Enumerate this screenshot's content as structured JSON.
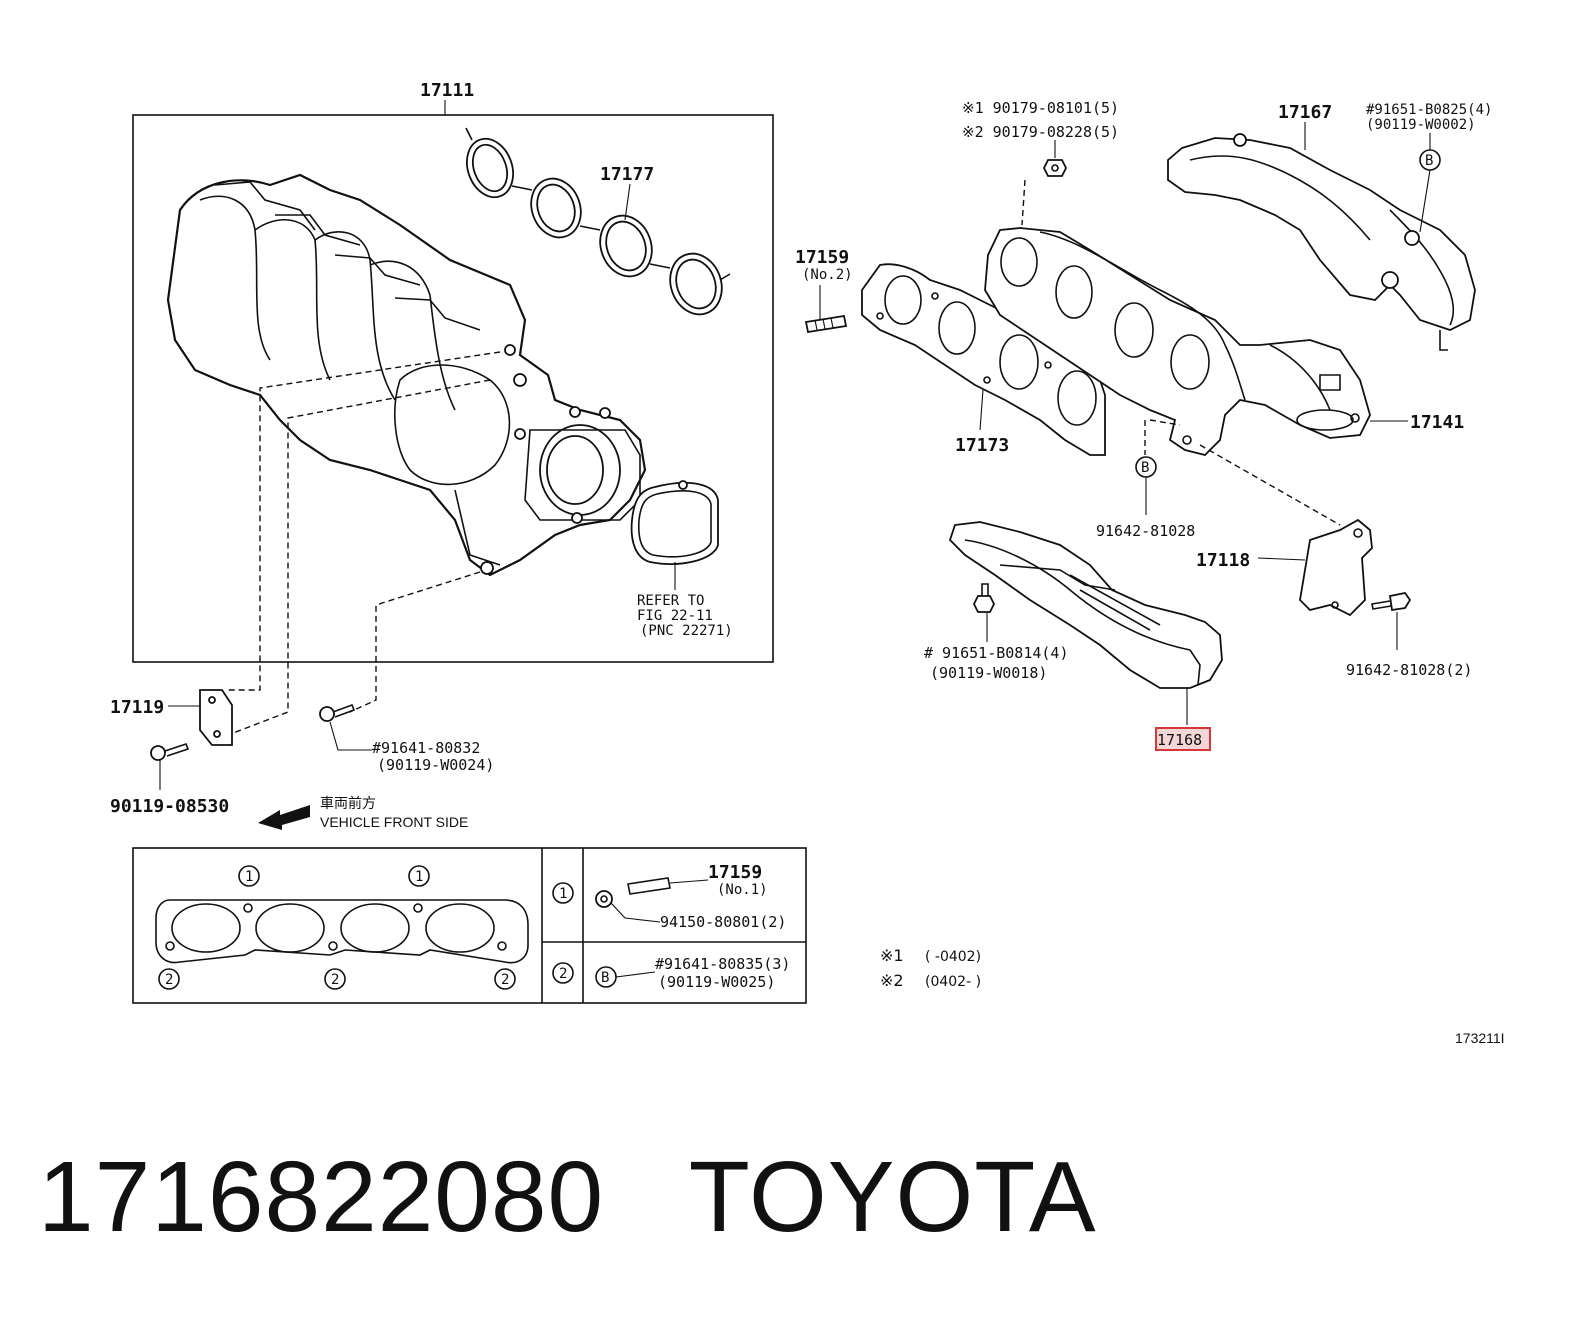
{
  "labels": {
    "p17111": "17111",
    "p17177": "17177",
    "refer": [
      "REFER TO",
      "FIG 22-11",
      "(PNC 22271)"
    ],
    "p17119": "17119",
    "p90119_08530": "90119-08530",
    "p91641_80832": [
      "#91641-80832",
      "(90119-W0024)"
    ],
    "front_jp": "車両前方",
    "front_en": "VEHICLE FRONT SIDE",
    "nut_1": "※1 90179-08101(5)",
    "nut_2": "※2 90179-08228(5)",
    "p17159": "17159",
    "p17159_no2": "(No.2)",
    "p17173": "17173",
    "p17167": "17167",
    "p91651_b0825": [
      "#91651-B0825(4)",
      "(90119-W0002)"
    ],
    "p17141": "17141",
    "p91642_81028": "91642-81028",
    "p17118": "17118",
    "p91642_81028_2": "91642-81028(2)",
    "p91651_b0814": [
      "# 91651-B0814(4)",
      "(90119-W0018)"
    ],
    "p17168": "17168",
    "circle_b": "B",
    "diagram_code": "173211I"
  },
  "legend_table": {
    "gasket_marks": {
      "one": "1",
      "two": "2"
    },
    "row1": {
      "key": "1",
      "stud": "17159",
      "stud_sub": "(No.1)",
      "nut": "94150-80801(2)"
    },
    "row2": {
      "key": "2",
      "circle": "B",
      "bolt": [
        "#91641-80835(3)",
        "(90119-W0025)"
      ]
    }
  },
  "notes": {
    "n1_mark": "※1",
    "n1_text": "(       -0402)",
    "n2_mark": "※2",
    "n2_text": "(0402-       )"
  },
  "footer": {
    "part_number": "1716822080",
    "brand": "TOYOTA"
  },
  "colors": {
    "highlight_border": "#d9363a",
    "highlight_fill": "#f4d6d6",
    "ink": "#111111"
  }
}
